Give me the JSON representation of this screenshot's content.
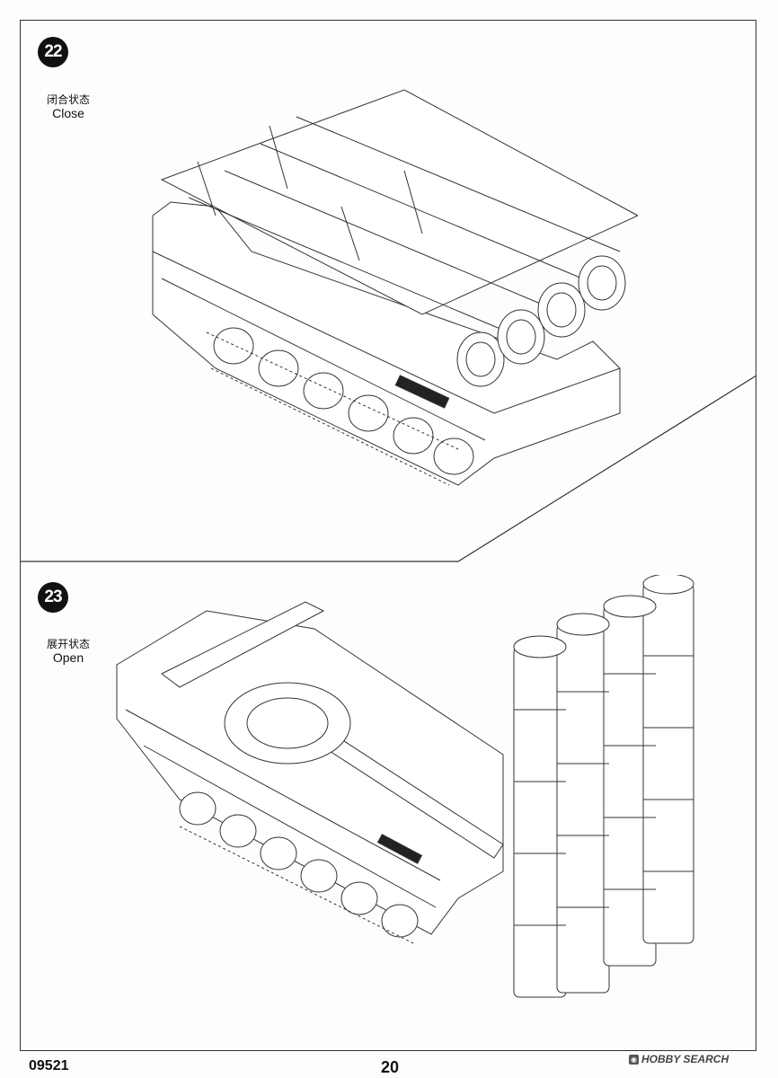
{
  "steps": [
    {
      "number": "22",
      "label_cn": "闭合状态",
      "label_en": "Close"
    },
    {
      "number": "23",
      "label_cn": "展开状态",
      "label_en": "Open"
    }
  ],
  "footer": {
    "product_code": "09521",
    "page_number": "20"
  },
  "watermark": {
    "text": "HOBBY SEARCH",
    "icon": "hobbysearch-logo-icon"
  },
  "colors": {
    "line": "#333333",
    "badge": "#111111"
  }
}
